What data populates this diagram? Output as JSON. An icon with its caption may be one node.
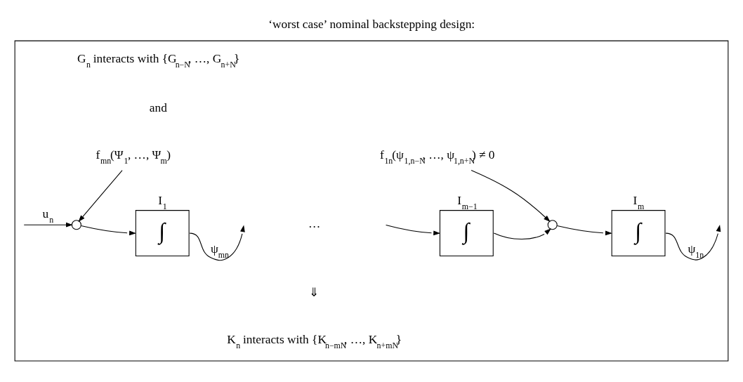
{
  "diagram": {
    "title": "‘worst case’ nominal backstepping design:",
    "nodes": [
      {
        "text": [],
        "shape": "box"
      },
      {
        "text": [
          "f$_{mn}$(Ψ$_{1}$, …, Ψ$_{m}$)"
        ],
        "in": 0
      },
      {
        "text": [],
        "shape": "circle",
        "in": 0
      },
      {
        "text": [
          "I$_{1}$",
          "∫"
        ],
        "in": 0
      },
      {
        "text": [
          "I$_{m−1}$",
          "∫"
        ],
        "in": 0
      },
      {
        "text": [
          "f$_{1n}$(ψ$_{1,n−N}$, …, ψ$_{1,n+N}$) ≠ 0"
        ],
        "in": 0
      },
      {
        "text": [],
        "shape": "circle",
        "in": 0
      },
      {
        "text": [
          "I$_{m}$",
          "∫"
        ],
        "in": 0
      }
    ],
    "edges": [
      {
        "from": null,
        "to": 2,
        "arrow": "to",
        "label": "u$_{n}$"
      },
      {
        "from": 1,
        "to": 2,
        "arrow": "to"
      },
      {
        "from": 2,
        "to": 3,
        "arrow": "to"
      },
      {
        "from": 3,
        "to": null,
        "arrow": "to",
        "label": "ψ$_{mn}$"
      },
      {
        "from": null,
        "to": 4,
        "arrow": "to"
      },
      {
        "from": 4,
        "to": 6,
        "arrow": "to"
      },
      {
        "from": 5,
        "to": 6,
        "arrow": "to"
      },
      {
        "from": 6,
        "to": 7,
        "arrow": "to"
      },
      {
        "from": 7,
        "to": null,
        "arrow": "to",
        "label": "ψ$_{1n}$"
      }
    ],
    "labels": [
      "G$_{n}$ interacts with {G$_{n−N}$, …, G$_{n+N}$}",
      "and",
      "…",
      "⇓",
      "K$_{n}$ interacts with {K$_{n−mN}$, …, K$_{n+mN}$}"
    ]
  }
}
